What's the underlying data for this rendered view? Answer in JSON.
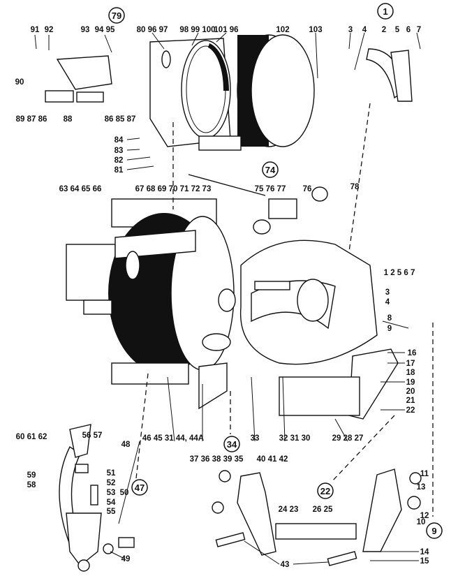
{
  "title": "Brake assembly exploded parts diagram",
  "group_callouts": [
    "79",
    "1",
    "74",
    "34",
    "47",
    "22",
    "9"
  ],
  "callouts": [
    "80 96 97",
    "98 99 100",
    "101 96",
    "102",
    "103",
    "3",
    "4",
    "2",
    "5",
    "6",
    "7",
    "91",
    "92",
    "93",
    "94 95",
    "90",
    "89 87 86",
    "88",
    "86 85 87",
    "84",
    "83",
    "82",
    "81",
    "63 64 65 66",
    "67 68 69 70 71 72 73",
    "75 76 77",
    "76",
    "78",
    "1 2 5 6 7",
    "3",
    "4",
    "8",
    "9",
    "16",
    "17",
    "18",
    "19",
    "20",
    "21",
    "22",
    "46 45 31 44, 44A",
    "33",
    "32 31 30",
    "29 28 27",
    "37 36 38 39 35",
    "40 41 42",
    "60 61 62",
    "56 57",
    "48",
    "51",
    "59",
    "52",
    "58",
    "53",
    "50",
    "54",
    "55",
    "49",
    "11",
    "13",
    "12",
    "10",
    "24 23",
    "26 25",
    "14",
    "15",
    "43"
  ]
}
